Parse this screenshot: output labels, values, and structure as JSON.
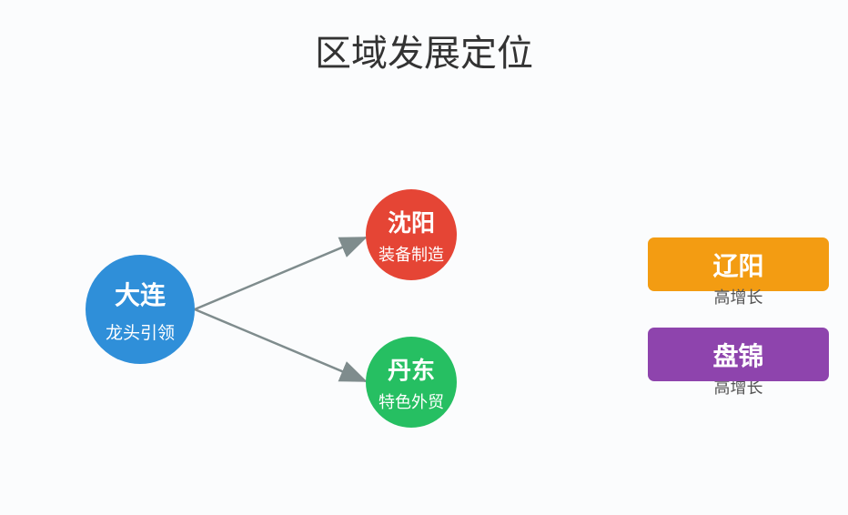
{
  "title": "区域发展定位",
  "nodes": [
    {
      "name": "大连",
      "role": "龙头引领",
      "color": "#2f8fd9"
    },
    {
      "name": "沈阳",
      "role": "装备制造",
      "color": "#e54535"
    },
    {
      "name": "丹东",
      "role": "特色外贸",
      "color": "#26bf62"
    }
  ],
  "boxes": [
    {
      "name": "辽阳",
      "note": "高增长",
      "color": "#f39c12"
    },
    {
      "name": "盘锦",
      "note": "高增长",
      "color": "#8e44ad"
    }
  ],
  "edge_color": "#7f8c8d"
}
